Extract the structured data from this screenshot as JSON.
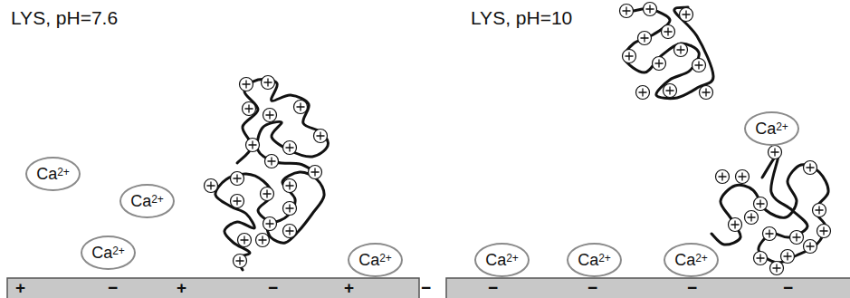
{
  "diagram": {
    "nodes": [
      {
        "text": [
          "Ca",
          "2+"
        ]
      },
      {
        "text": [
          "Ca",
          "2+"
        ]
      },
      {
        "text": [
          "Ca",
          "2+"
        ]
      },
      {
        "text": [
          "Ca",
          "2+"
        ]
      },
      {
        "text": [
          "Ca",
          "2+"
        ]
      },
      {
        "text": [
          "Ca",
          "2+"
        ]
      },
      {
        "text": [
          "Ca",
          "2+"
        ]
      },
      {
        "text": [
          "Ca",
          "2+"
        ]
      }
    ],
    "labels": [
      "LYS, pH=7.6",
      "LYS, pH=10",
      "+",
      "−",
      "+",
      "−",
      "+",
      "−",
      "−",
      "−",
      "−",
      "−"
    ]
  }
}
